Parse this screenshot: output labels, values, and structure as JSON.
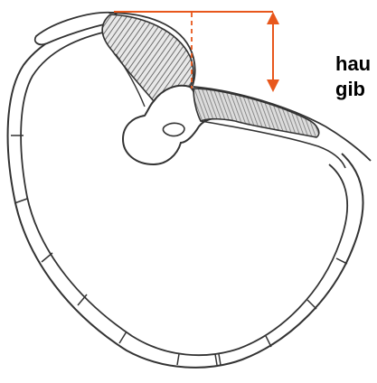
{
  "annotation": {
    "line1": "hau",
    "line2": "gib"
  },
  "colors": {
    "ink": "#333333",
    "hatch": "#777777",
    "arrow": "#e8571c",
    "background": "#ffffff"
  },
  "icons": {
    "measure": "double-headed-vertical-arrow",
    "reference": "dashed-vertical-line"
  }
}
